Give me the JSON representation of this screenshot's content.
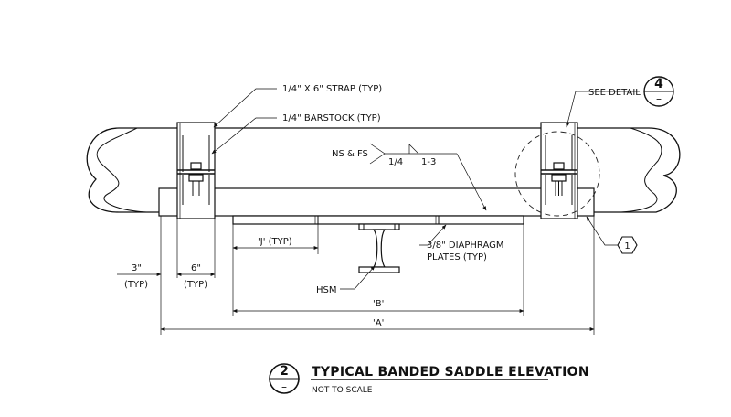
{
  "callouts": {
    "strap": "1/4\" X 6\" STRAP (TYP)",
    "barstock": "1/4\" BARSTOCK (TYP)",
    "see_detail": "SEE DETAIL",
    "detail_number": "4",
    "detail_sheet": "–",
    "weld_sides": "NS & FS",
    "weld_size": "1/4",
    "weld_pitch": "1-3",
    "diaphragm_line1": "3/8\" DIAPHRAGM",
    "diaphragm_line2": "PLATES (TYP)",
    "hsm": "HSM",
    "item_tag": "1"
  },
  "dimensions": {
    "j": "'J' (TYP)",
    "b": "'B'",
    "a": "'A'",
    "left_offset": "3\"",
    "left_offset_note": "(TYP)",
    "strap_width": "6\"",
    "strap_width_note": "(TYP)"
  },
  "title_block": {
    "detail_number": "2",
    "sheet_ref": "–",
    "title": "TYPICAL BANDED SADDLE ELEVATION",
    "scale_note": "NOT TO SCALE"
  }
}
